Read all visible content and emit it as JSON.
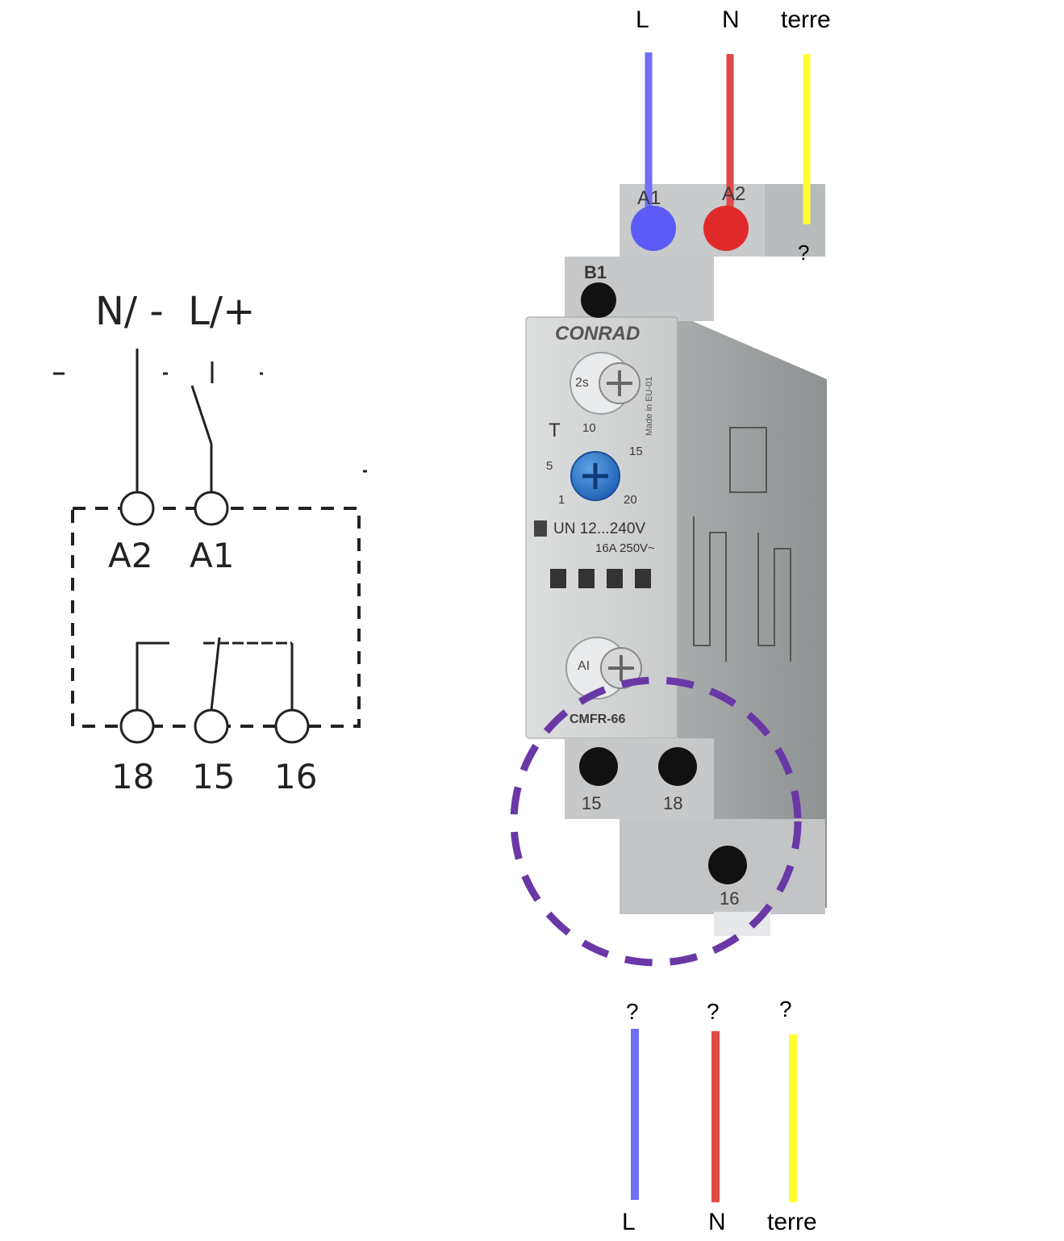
{
  "colors": {
    "live": "#6f6ff7",
    "live_terminal": "#5b5bf6",
    "neutral": "#e04a4a",
    "neutral_terminal": "#e02a2a",
    "earth": "#ffff33",
    "highlight": "#6a38a6"
  },
  "top_wires": {
    "live_label": "L",
    "neutral_label": "N",
    "earth_label": "terre",
    "earth_connection": "?"
  },
  "bottom_wires": {
    "live_connection": "?",
    "neutral_connection": "?",
    "earth_connection": "?",
    "live_label": "L",
    "neutral_label": "N",
    "earth_label": "terre"
  },
  "schematic": {
    "supply_label": "N/ -  L/+",
    "coil_terminals": [
      "A2",
      "A1"
    ],
    "contact_terminals": [
      "18",
      "15",
      "16"
    ]
  },
  "device": {
    "brand": "CONRAD",
    "model": "CMFR-66",
    "top_terminals": [
      "A1",
      "A2"
    ],
    "middle_terminal": "B1",
    "bottom_terminals": [
      "15",
      "18"
    ],
    "lowest_terminal": "16",
    "function_knob_label": "2s",
    "time_label": "T",
    "time_scale": [
      "1",
      "5",
      "10",
      "15",
      "20"
    ],
    "voltage_rating": "UN 12...240V",
    "contact_rating": "16A 250V~",
    "mode_knob_label": "AI",
    "side_text": "Made in EU-01"
  }
}
